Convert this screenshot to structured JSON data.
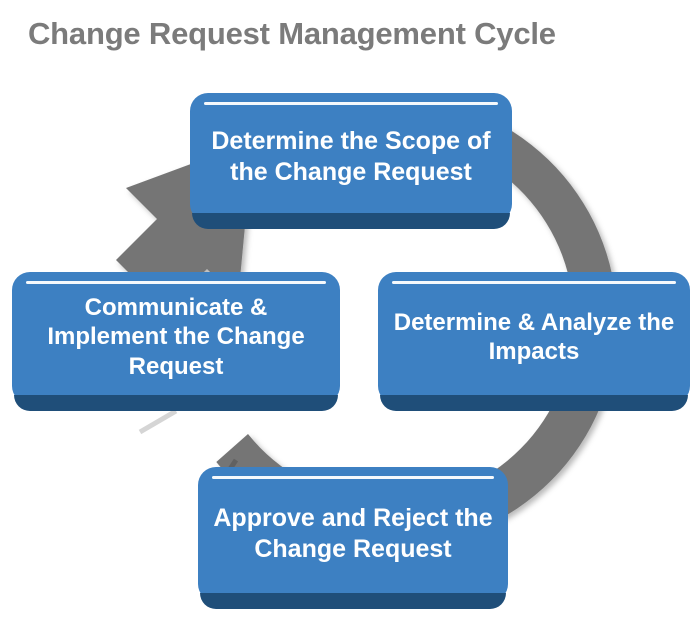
{
  "diagram": {
    "title": "Change Request Management Cycle",
    "type": "cycle-diagram",
    "title_color": "#7b7b7b",
    "node_fill_color": "#3d80c2",
    "node_shadow_color": "#1f4e79",
    "node_text_color": "#ffffff",
    "ring_color": "#757575",
    "background_color": "#ffffff",
    "flow_direction": "clockwise",
    "arrow": {
      "name": "cycle-arrowhead",
      "position": "top-left",
      "points_to": "Determine the Scope of the Change Request"
    },
    "nodes": [
      {
        "id": "top",
        "order": 1,
        "position": "top",
        "label": "Determine the Scope of the Change Request",
        "lines": [
          "Determine the Scope",
          "of the Change Request"
        ]
      },
      {
        "id": "right",
        "order": 2,
        "position": "right",
        "label": "Determine & Analyze the Impacts",
        "lines": [
          "Determine & Analyze",
          "the Impacts"
        ]
      },
      {
        "id": "bottom",
        "order": 3,
        "position": "bottom",
        "label": "Approve and Reject the Change Request",
        "lines": [
          "Approve and Reject",
          "the Change Request"
        ]
      },
      {
        "id": "left",
        "order": 4,
        "position": "left",
        "label": "Communicate & Implement the Change Request",
        "lines": [
          "Communicate &",
          "Implement the",
          "Change Request"
        ]
      }
    ]
  }
}
